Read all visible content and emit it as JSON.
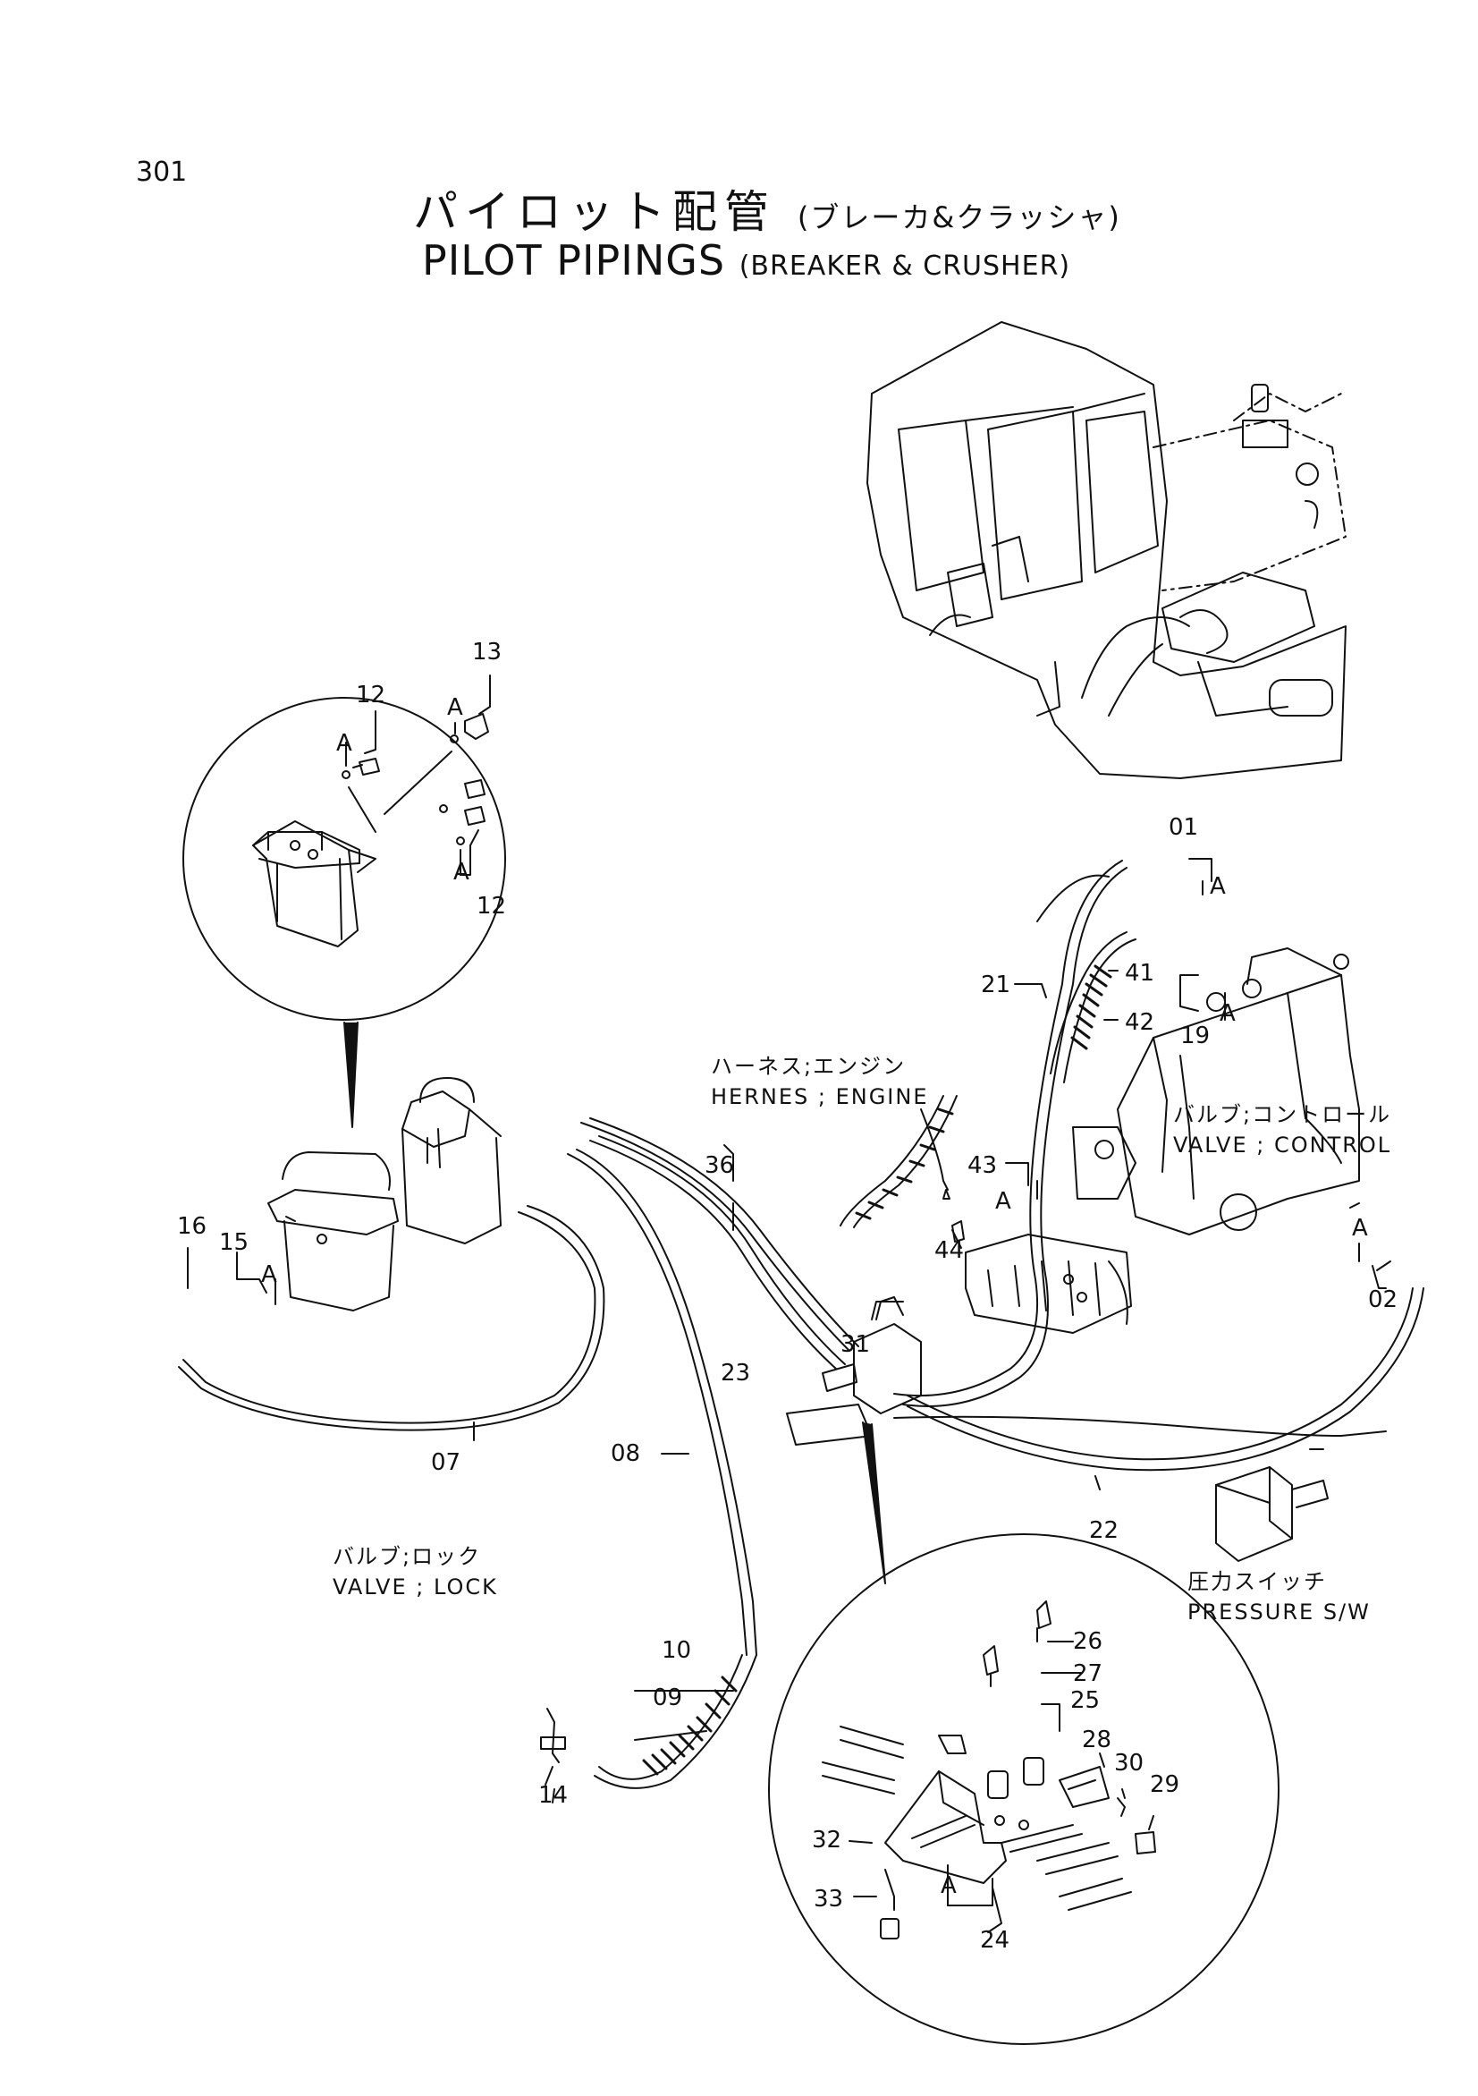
{
  "header": {
    "page_number": "301",
    "title_jp": "パイロット配管",
    "subtitle_jp": "(ブレーカ&クラッシャ)",
    "title_en": "PILOT PIPINGS",
    "subtitle_en": "(BREAKER & CRUSHER)"
  },
  "labels": {
    "harness_jp": "ハーネス;エンジン",
    "harness_en": "HERNES ; ENGINE",
    "valve_control_jp": "バルブ;コントロール",
    "valve_control_en": "VALVE ; CONTROL",
    "valve_lock_jp": "バルブ;ロック",
    "valve_lock_en": "VALVE ; LOCK",
    "pressure_sw_jp": "圧力スイッチ",
    "pressure_sw_en": "PRESSURE S/W",
    "ref_a": "A"
  },
  "parts": [
    "01",
    "02",
    "07",
    "08",
    "09",
    "10",
    "12",
    "13",
    "14",
    "15",
    "16",
    "19",
    "21",
    "22",
    "23",
    "24",
    "25",
    "26",
    "27",
    "28",
    "29",
    "30",
    "31",
    "32",
    "33",
    "36",
    "41",
    "42",
    "43",
    "44"
  ]
}
